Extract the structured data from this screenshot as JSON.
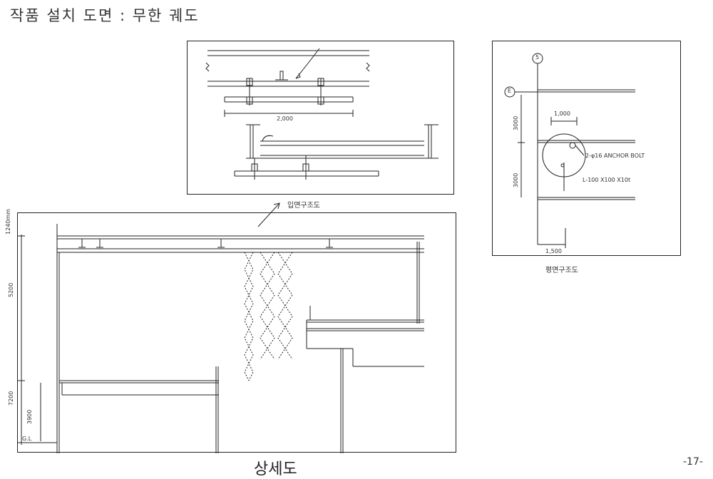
{
  "page": {
    "title": "작품 설치 도면 : 무한 궤도",
    "page_number": "-17-"
  },
  "elevation_view": {
    "caption": "입면구조도",
    "dims": {
      "width": "2,000"
    }
  },
  "plan_view": {
    "caption": "평면구조도",
    "grid_markers": [
      "5",
      "E"
    ],
    "dims": {
      "span_a": "1,000",
      "span_b": "1,500",
      "height_a": "3000",
      "height_b": "3000"
    },
    "notes": {
      "anchor_bolt": "2-φ16 ANCHOR BOLT",
      "angle": "L-100 X100 X10t"
    }
  },
  "section_view": {
    "caption": "상세도",
    "dims": {
      "top": "1240mm",
      "middle": "5200",
      "lower": "7200",
      "inner": "3900",
      "ground": "G.L"
    }
  }
}
